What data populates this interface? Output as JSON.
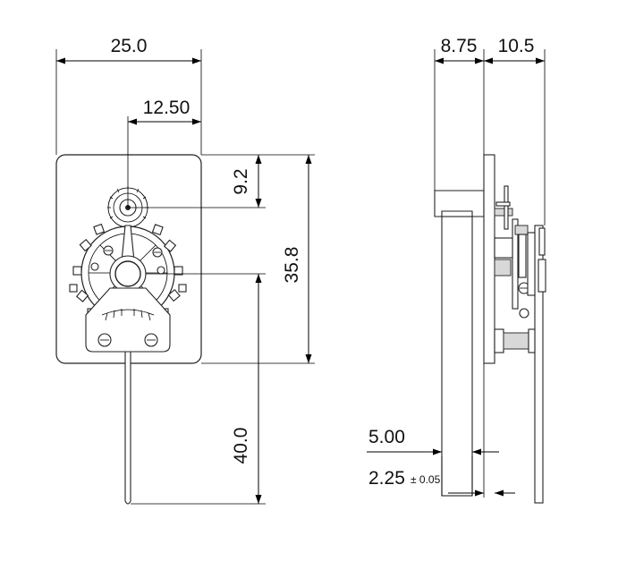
{
  "dimensions": {
    "width": "25.0",
    "center_offset": "12.50",
    "top_to_pivot": "9.2",
    "plate_height": "35.8",
    "hand_length": "40.0",
    "side_total_a": "8.75",
    "side_total_b": "10.5",
    "plate_thickness": "5.00",
    "dial_thickness": "2.25",
    "dial_tolerance": "± 0.05"
  }
}
